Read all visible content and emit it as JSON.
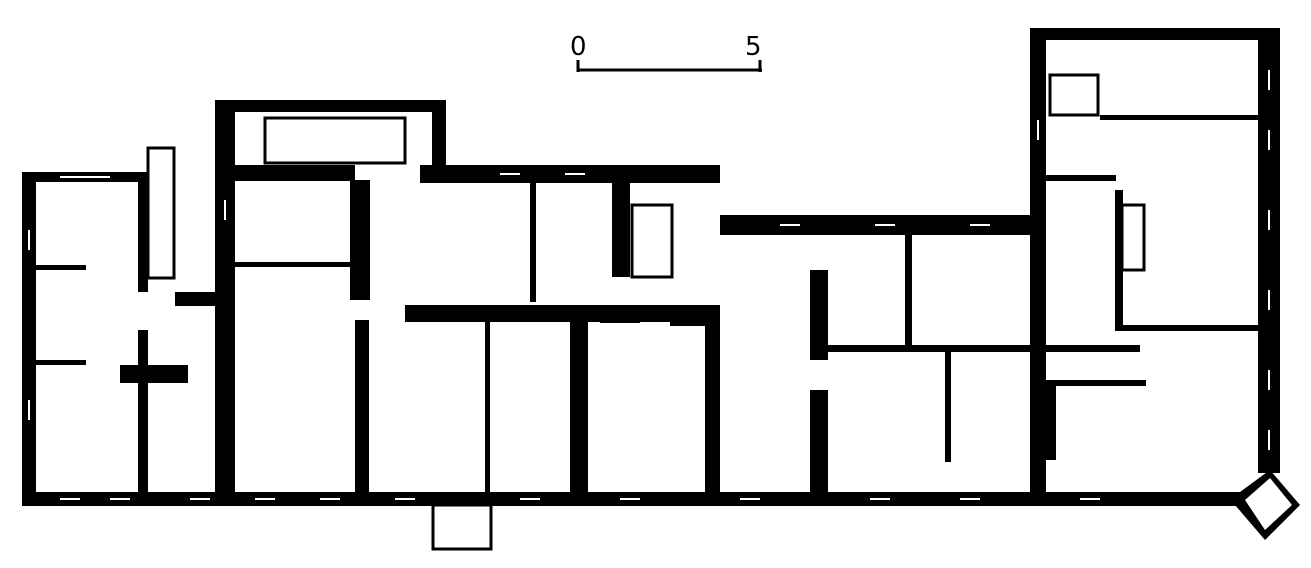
{
  "scale_bar": {
    "start_label": "0",
    "end_label": "5",
    "unit_span": 5
  },
  "colors": {
    "walls": "#000000",
    "background": "#ffffff"
  }
}
